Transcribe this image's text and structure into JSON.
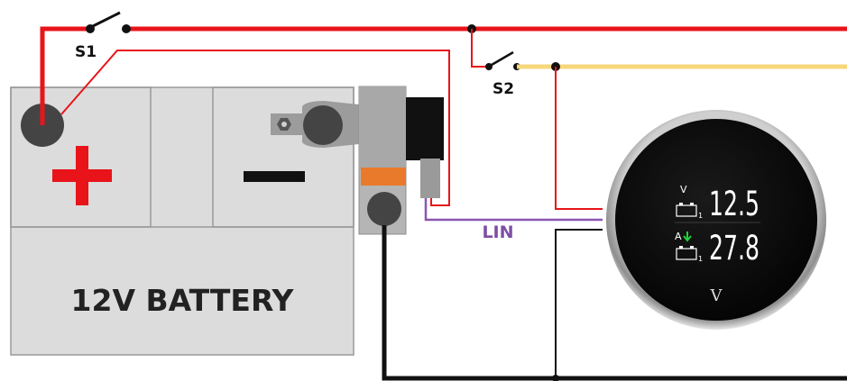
{
  "battery": {
    "label": "12V BATTERY",
    "positive_symbol": "+",
    "negative_symbol": "—"
  },
  "switches": {
    "s1": "S1",
    "s2": "S2"
  },
  "lin_label": "LIN",
  "monitor": {
    "voltage_unit": "V",
    "voltage_value": "12.5",
    "current_unit": "A",
    "current_value": "27.8",
    "battery_index_1": "1",
    "battery_index_2": "1",
    "logo": "V"
  },
  "colors": {
    "positive_wire": "#e8141a",
    "thin_red_wire": "#e8141a",
    "yellow_wire": "#f6d77a",
    "lin_wire": "#8a56b0",
    "lin_text": "#7d4ea6",
    "ground_wire": "#111111",
    "battery_body": "#dcdcdc",
    "plus_sign": "#e8141a",
    "current_arrow": "#1fd13a"
  }
}
